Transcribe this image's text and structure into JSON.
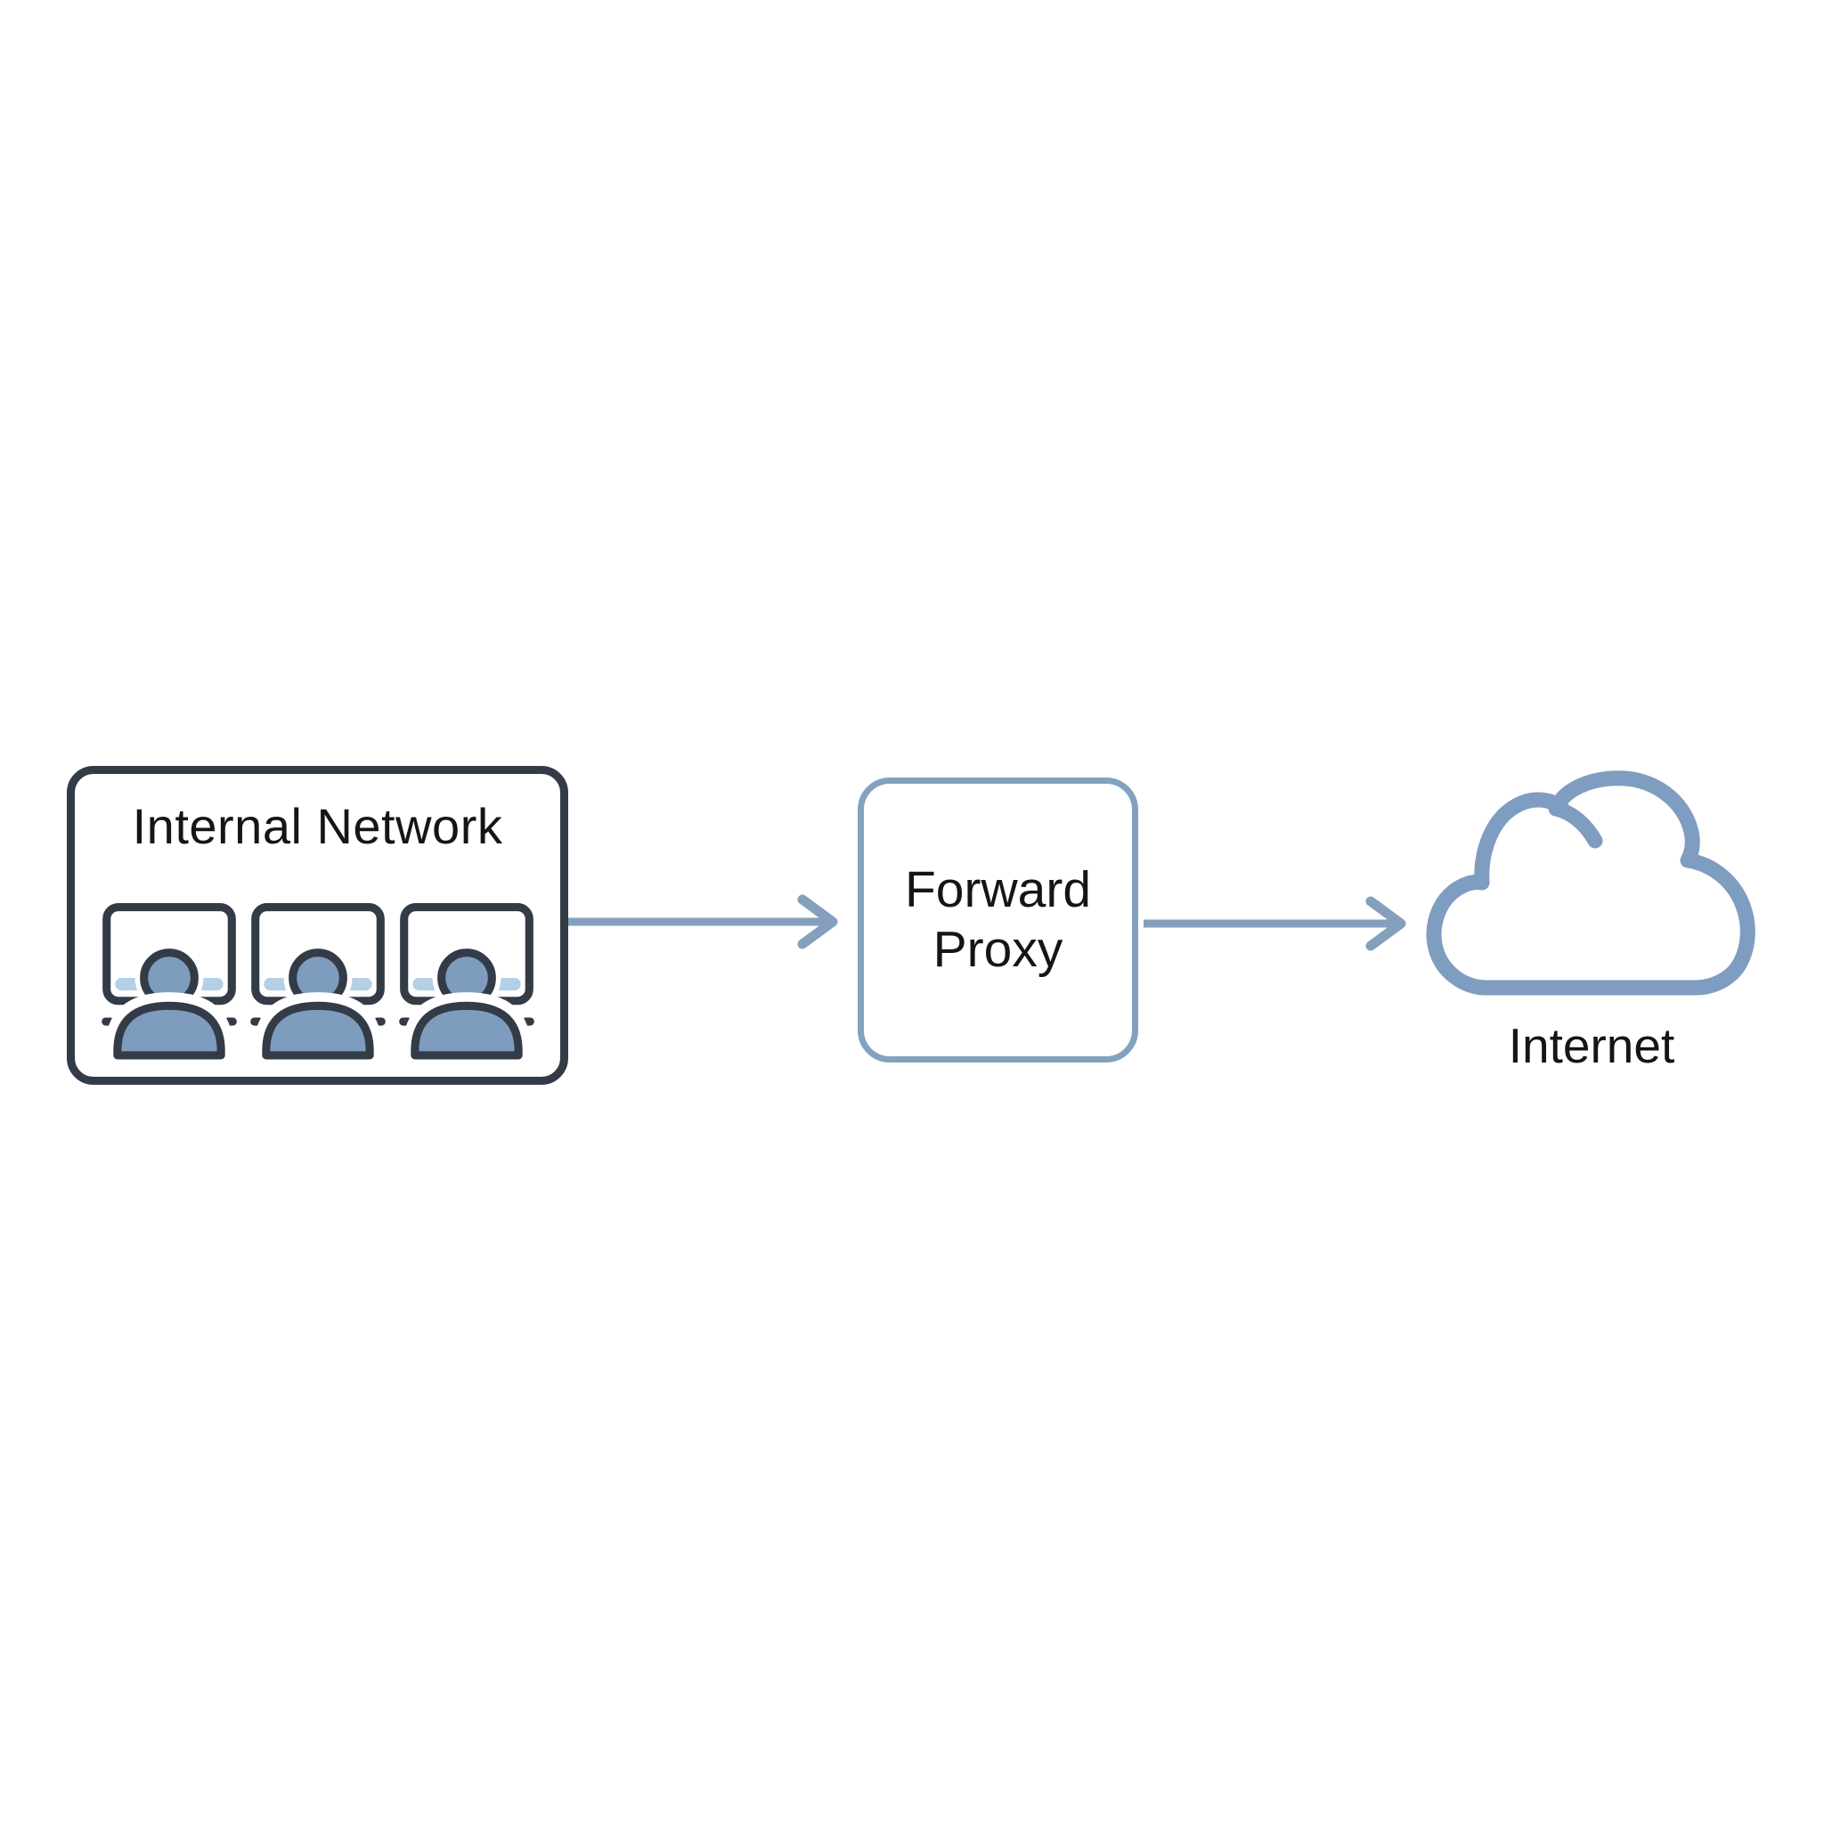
{
  "diagram": {
    "internal_network": {
      "label": "Internal Network",
      "workstation_count": 3
    },
    "forward_proxy": {
      "label": "Forward Proxy"
    },
    "internet": {
      "label": "Internet"
    },
    "colors": {
      "dark_stroke": "#333b47",
      "node_fill": "#7e9cbd",
      "screen_strip": "#b4cfe6",
      "proxy_border": "#82a2c0",
      "arrow": "#84a0bd",
      "cloud_stroke": "#7e9dc0",
      "text": "#151515"
    }
  }
}
